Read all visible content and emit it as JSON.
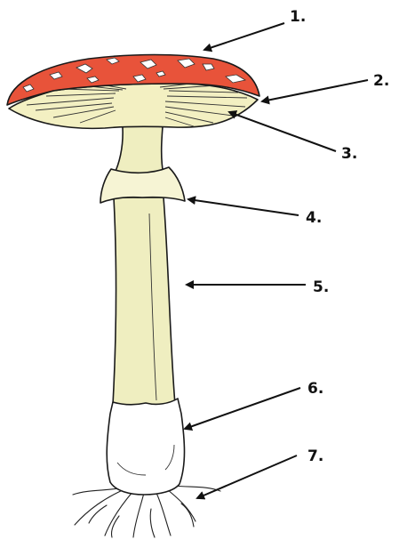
{
  "labels": [
    {
      "text": "1."
    },
    {
      "text": "2."
    },
    {
      "text": "3."
    },
    {
      "text": "4."
    },
    {
      "text": "5."
    },
    {
      "text": "6."
    },
    {
      "text": "7."
    }
  ],
  "colors": {
    "cap": "#e8533a",
    "gills": "#f3f0c2",
    "stem": "#efeec0",
    "volva": "#ffffff"
  }
}
